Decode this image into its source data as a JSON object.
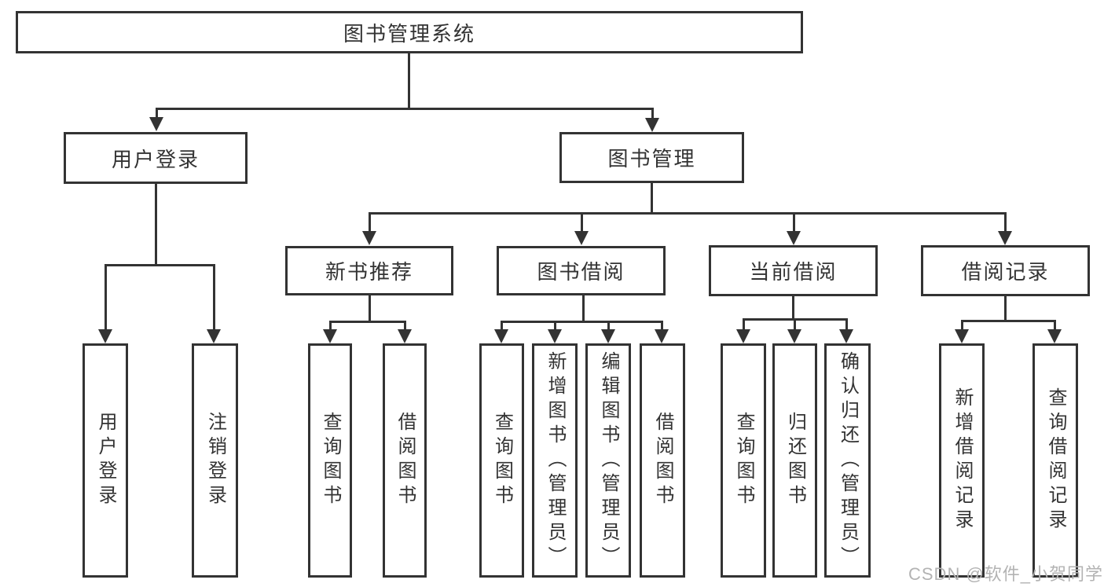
{
  "diagram": {
    "title": "图书管理系统",
    "nodes": {
      "root": "图书管理系统",
      "level2": [
        "用户登录",
        "图书管理"
      ],
      "level3": [
        "新书推荐",
        "图书借阅",
        "当前借阅",
        "借阅记录"
      ],
      "leaves_user_login": [
        "用户登录",
        "注销登录"
      ],
      "leaves_new_book": [
        "查询图书",
        "借阅图书"
      ],
      "leaves_book_borrow": [
        "查询图书",
        "新增图书（管理员）",
        "编辑图书（管理员）",
        "借阅图书"
      ],
      "leaves_current_borrow": [
        "查询图书",
        "归还图书",
        "确认归还（管理员）"
      ],
      "leaves_borrow_records": [
        "新增借阅记录",
        "查询借阅记录"
      ]
    },
    "colors": {
      "line": "#333333",
      "box_background": "#ffffff",
      "watermark": "#b3b3b3"
    },
    "watermark": {
      "text": "CSDN @软件_小贺同学"
    }
  }
}
